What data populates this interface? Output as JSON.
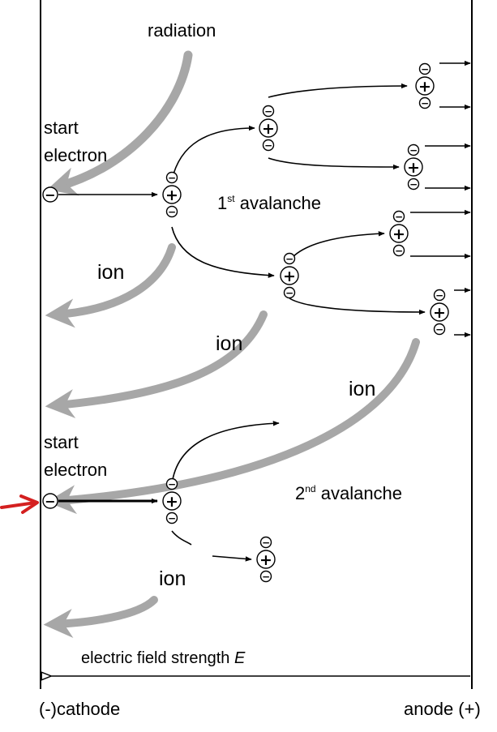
{
  "labels": {
    "radiation": "radiation",
    "start_electron_1a": "start",
    "start_electron_1b": "electron",
    "start_electron_2a": "start",
    "start_electron_2b": "electron",
    "avalanche_1_num": "1",
    "avalanche_1_sup": "st",
    "avalanche_1_word": " avalanche",
    "avalanche_2_num": "2",
    "avalanche_2_sup": "nd",
    "avalanche_2_word": " avalanche",
    "ion_1": "ion",
    "ion_2": "ion",
    "ion_3": "ion",
    "ion_4": "ion",
    "field_text": "electric field strength ",
    "field_symbol": "E",
    "cathode": "(-)cathode",
    "anode": "anode (+)"
  },
  "symbols": {
    "positive": "+",
    "negative": "−"
  },
  "colors": {
    "line": "#000000",
    "ion_trail": "#9c9c9c",
    "marker_arrow": "#d42020"
  }
}
